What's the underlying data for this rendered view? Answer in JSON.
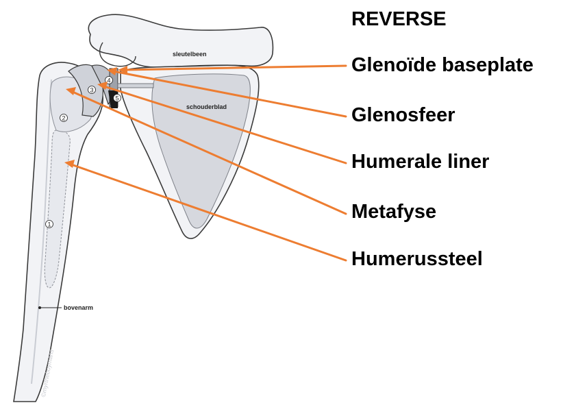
{
  "title": "REVERSE",
  "component_labels": [
    "Glenoïde baseplate",
    "Glenosfeer",
    "Humerale liner",
    "Metafyse",
    "Humerussteel"
  ],
  "anatomy_labels": {
    "clavicle": "sleutelbeen",
    "scapula": "schouderblad",
    "humerus": "bovenarm"
  },
  "part_numbers": [
    "1",
    "2",
    "3",
    "4",
    "5"
  ],
  "credit": "©myrtheboymans",
  "colors": {
    "arrow": "#ed7d31",
    "bone_fill": "#f2f3f6",
    "bone_stroke": "#3a3a3a",
    "scapula_fill": "#d6d8de",
    "text": "#000000"
  }
}
